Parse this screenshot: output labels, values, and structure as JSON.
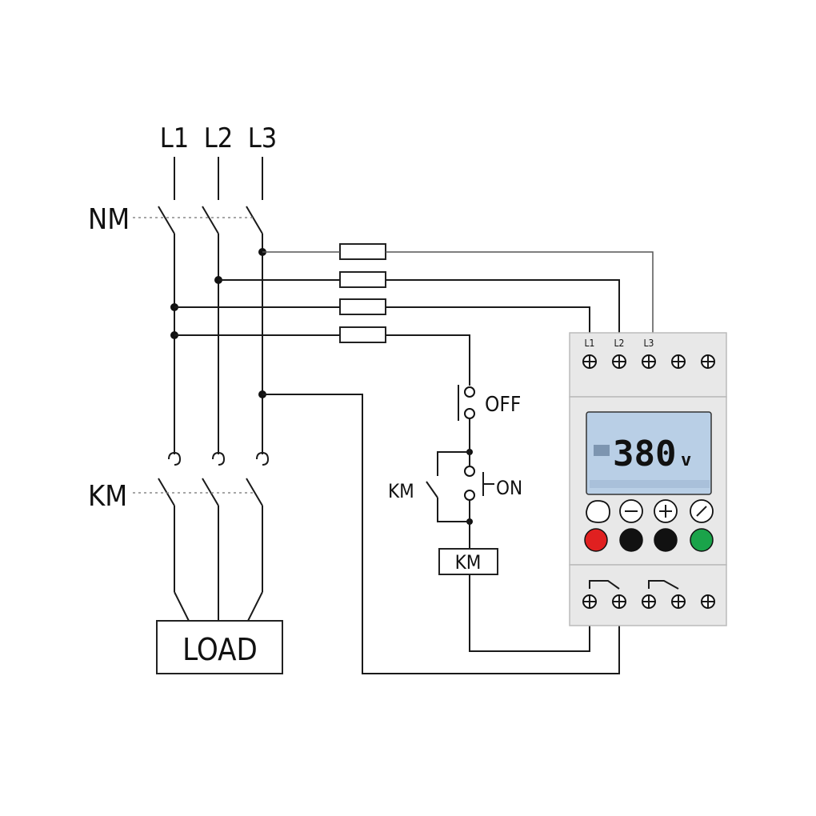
{
  "labels": {
    "line1": "L1",
    "line2": "L2",
    "line3": "L3",
    "breaker": "NM",
    "contactor": "KM",
    "off": "OFF",
    "on": "ON",
    "aux_contact": "KM",
    "coil": "KM",
    "load": "LOAD"
  },
  "relay": {
    "terminals_top": [
      "L1",
      "L2",
      "L3"
    ],
    "lcd_value": "380",
    "lcd_unit": "v",
    "button_colors": [
      "#e02020",
      "#111111",
      "#111111",
      "#1aa34a"
    ],
    "panel_color": "#e8e8e8",
    "lcd_color": "#b9cfe6"
  }
}
